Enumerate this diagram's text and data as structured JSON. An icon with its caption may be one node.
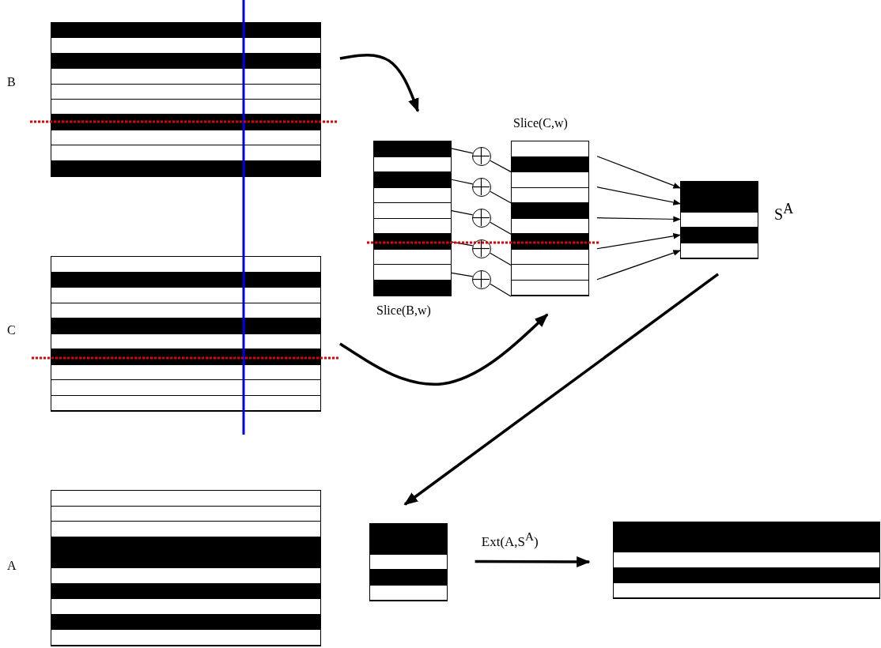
{
  "diagram": {
    "nodes": [
      {
        "text": [
          "B"
        ]
      },
      {
        "text": [
          "C"
        ]
      },
      {
        "text": [
          "A"
        ]
      },
      {
        "text": [
          "Slice(B,w)"
        ]
      },
      {
        "text": [
          "Slice(C,w)"
        ]
      },
      {
        "text": [],
        "shape": "circle"
      },
      {
        "text": [],
        "shape": "circle"
      },
      {
        "text": [],
        "shape": "circle"
      },
      {
        "text": [],
        "shape": "circle"
      },
      {
        "text": [],
        "shape": "circle"
      },
      {
        "text": [
          "S$^{A}$"
        ]
      },
      {
        "text": [],
        "shape": "box"
      },
      {
        "text": [],
        "shape": "box"
      }
    ],
    "edges": [
      {
        "from": 0,
        "to": 3,
        "arrow": "to",
        "style": "thick"
      },
      {
        "from": 1,
        "to": 4,
        "arrow": "to",
        "style": "thick"
      },
      {
        "from": 3,
        "to": 5,
        "arrow": "none"
      },
      {
        "from": 5,
        "to": 4,
        "arrow": "none"
      },
      {
        "from": 3,
        "to": 6,
        "arrow": "none"
      },
      {
        "from": 6,
        "to": 4,
        "arrow": "none"
      },
      {
        "from": 3,
        "to": 7,
        "arrow": "none"
      },
      {
        "from": 7,
        "to": 4,
        "arrow": "none"
      },
      {
        "from": 3,
        "to": 8,
        "arrow": "none"
      },
      {
        "from": 8,
        "to": 4,
        "arrow": "none"
      },
      {
        "from": 3,
        "to": 9,
        "arrow": "none"
      },
      {
        "from": 9,
        "to": 4,
        "arrow": "none"
      },
      {
        "from": 4,
        "to": 10,
        "arrow": "to"
      },
      {
        "from": 4,
        "to": 10,
        "arrow": "to"
      },
      {
        "from": 4,
        "to": 10,
        "arrow": "to"
      },
      {
        "from": 4,
        "to": 10,
        "arrow": "to"
      },
      {
        "from": 4,
        "to": 10,
        "arrow": "to"
      },
      {
        "from": 10,
        "to": 11,
        "arrow": "to",
        "style": "thick"
      },
      {
        "from": 11,
        "to": 12,
        "arrow": "to",
        "label": "Ext(A,S$^{A}$)",
        "style": "thick"
      }
    ]
  }
}
